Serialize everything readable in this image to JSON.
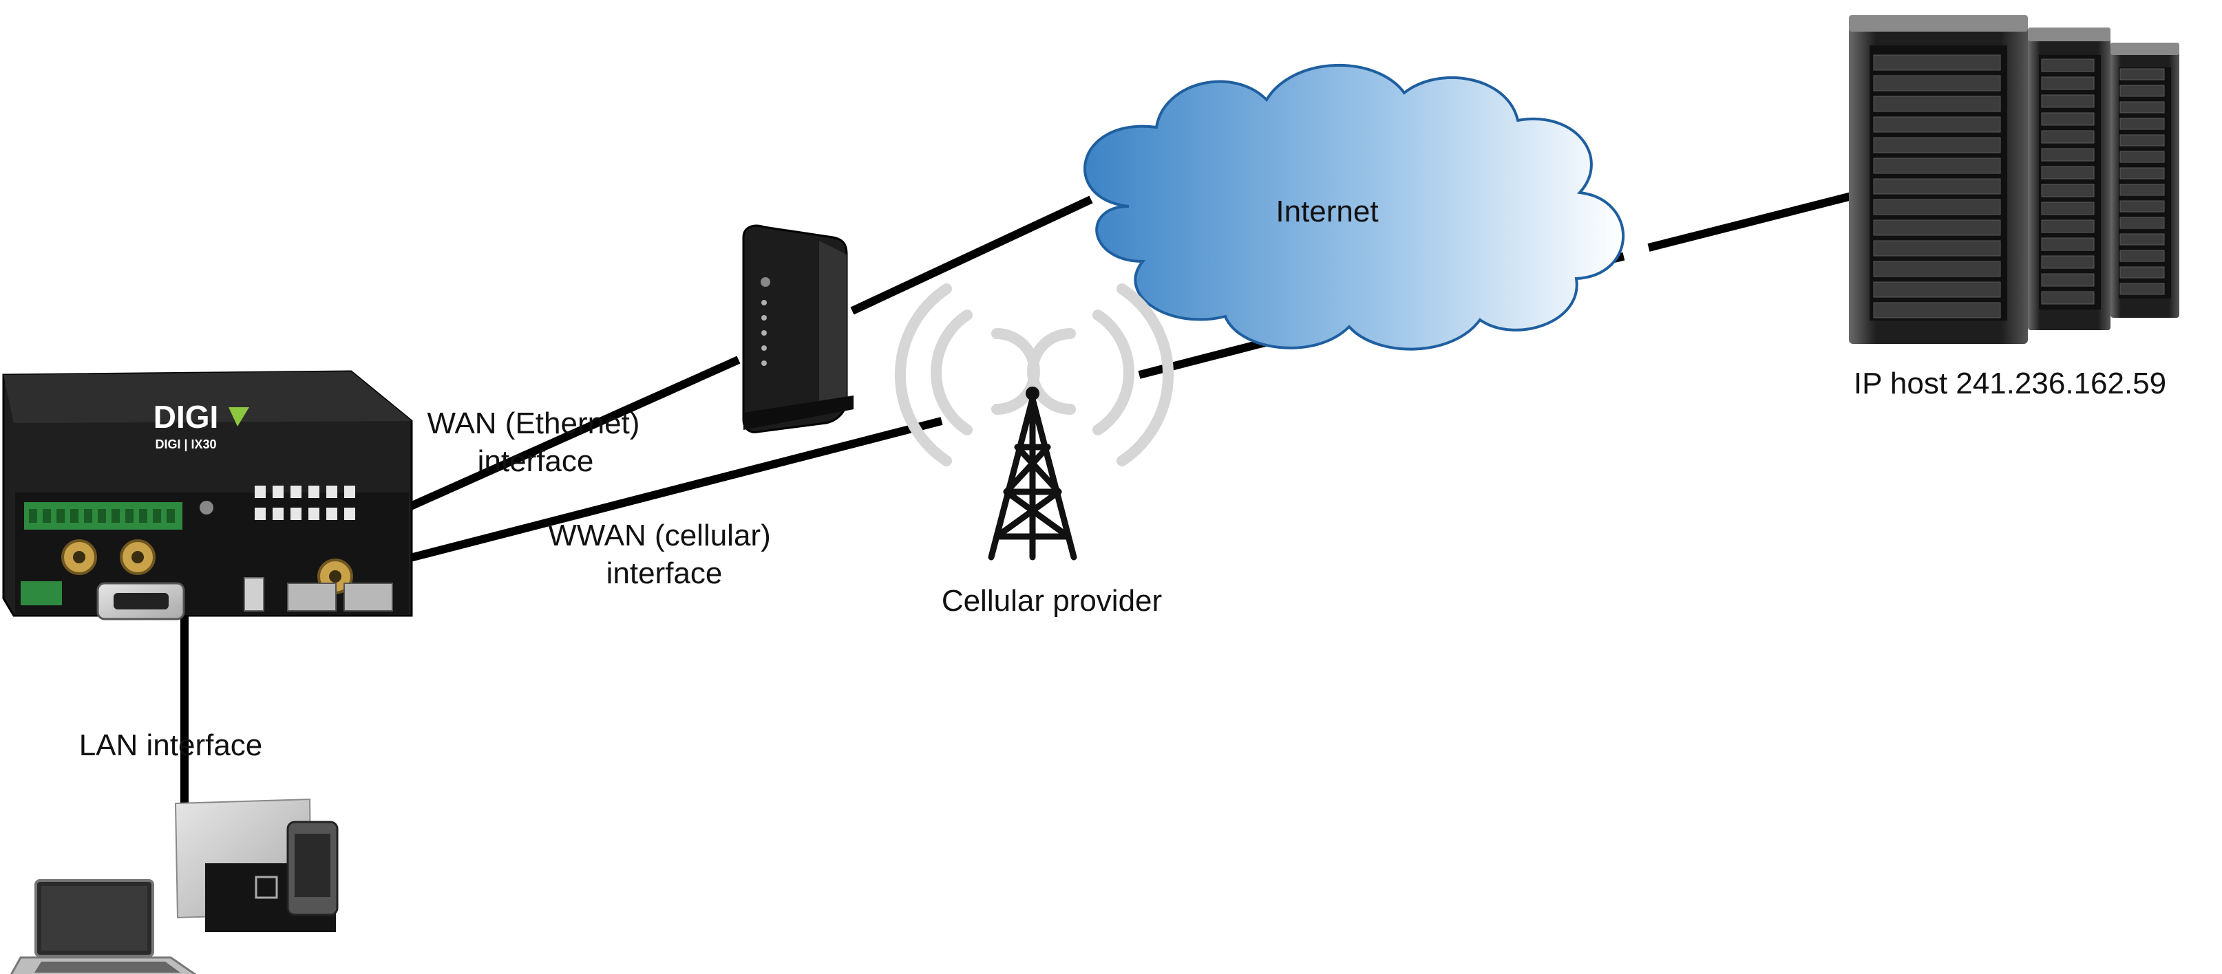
{
  "labels": {
    "internet": "Internet",
    "ip_host": "IP host 241.236.162.59",
    "wan_line1": "WAN (Ethernet)",
    "wan_line2": "interface",
    "wwan_line1": "WWAN (cellular)",
    "wwan_line2": "interface",
    "cellular_provider": "Cellular provider",
    "lan": "LAN interface"
  },
  "router": {
    "brand": "DIGI",
    "model_line": "DIGI | IX30"
  },
  "colors": {
    "line": "#000000",
    "cloud_dark": "#3d84c6",
    "cloud_light": "#ffffff",
    "cloud_stroke": "#1f5fa0",
    "router_body": "#2b2b2b",
    "router_panel": "#1a1a1a",
    "signal_waves": "#d6d6d6"
  },
  "icons": {
    "router": "digi-ix30-router-icon",
    "modem": "cable-modem-icon",
    "tower": "cell-tower-icon",
    "cloud": "internet-cloud-icon",
    "servers": "server-rack-icon",
    "lan_devices": "laptop-tablet-phone-icon"
  }
}
